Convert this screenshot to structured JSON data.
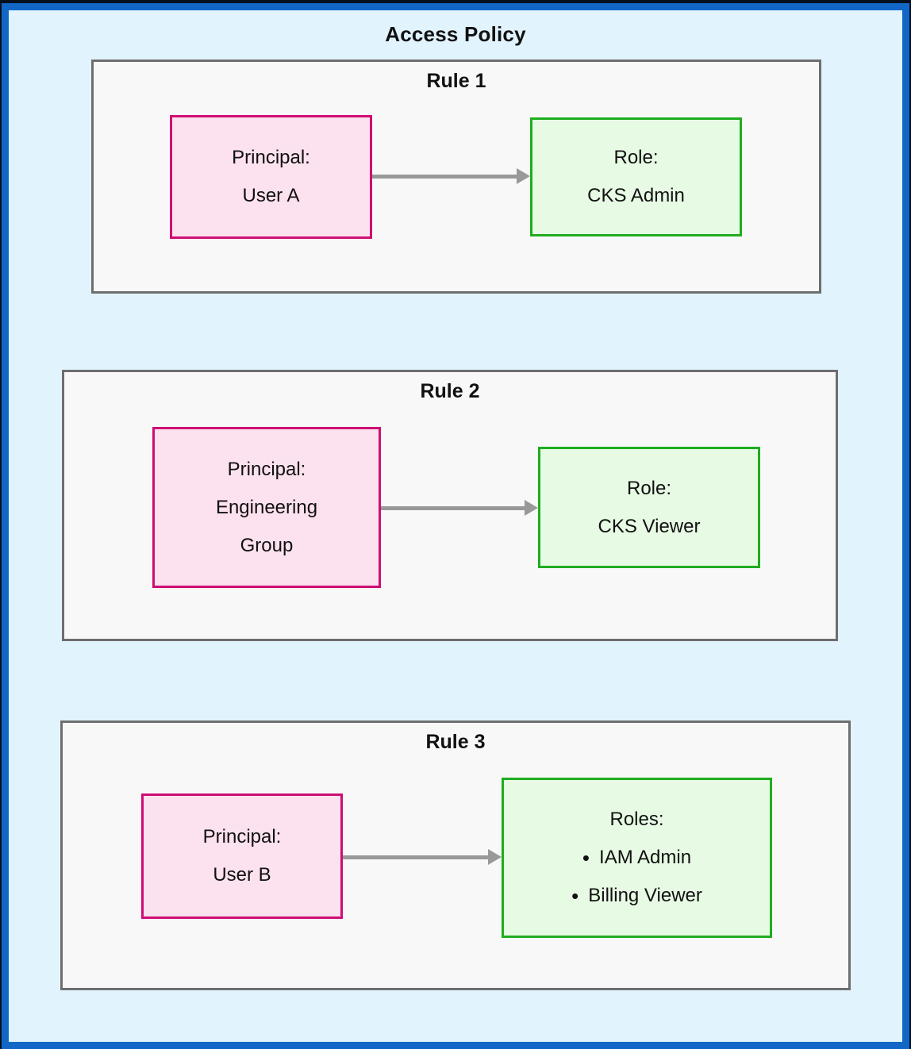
{
  "diagram": {
    "title": "Access Policy",
    "bullet_char": "•",
    "colors": {
      "frame_outer": "#05101E",
      "frame_border": "#1267C6",
      "canvas_bg": "#E1F3FD",
      "rule_bg": "#F8F8F8",
      "rule_border": "#6E6E6E",
      "principal_bg": "#FCE1EE",
      "principal_border": "#CE0E74",
      "role_bg": "#E7FBE4",
      "role_border": "#1FAD1F",
      "arrow": "#999999",
      "text": "#111111"
    },
    "rules": [
      {
        "label": "Rule 1",
        "principal": {
          "heading": "Principal:",
          "lines": [
            "User A"
          ]
        },
        "role": {
          "heading": "Role:",
          "lines": [
            "CKS Admin"
          ]
        }
      },
      {
        "label": "Rule 2",
        "principal": {
          "heading": "Principal:",
          "lines": [
            "Engineering",
            "Group"
          ]
        },
        "role": {
          "heading": "Role:",
          "lines": [
            "CKS Viewer"
          ]
        }
      },
      {
        "label": "Rule 3",
        "principal": {
          "heading": "Principal:",
          "lines": [
            "User B"
          ]
        },
        "role": {
          "heading": "Roles:",
          "lines": [
            "IAM Admin",
            "Billing Viewer"
          ],
          "bulleted": true
        }
      }
    ]
  }
}
